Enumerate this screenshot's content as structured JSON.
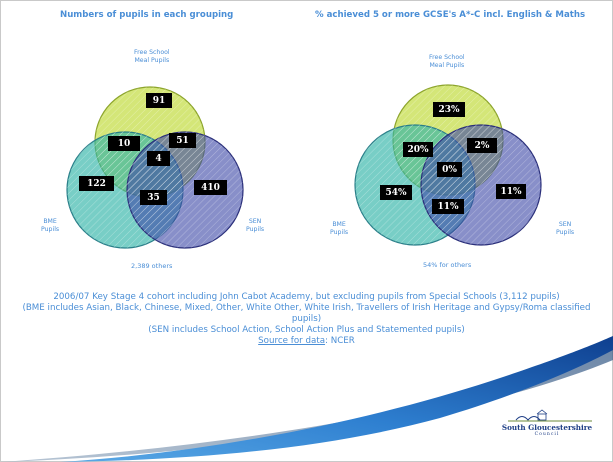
{
  "left_title": "Numbers of pupils in each grouping",
  "right_title": "% achieved 5 or more GCSE's A*-C incl. English & Maths",
  "left_venn": {
    "fsm_label": [
      "Free School",
      "Meal Pupils"
    ],
    "bme_label": [
      "BME",
      "Pupils"
    ],
    "sen_label": [
      "SEN",
      "Pupils"
    ],
    "values": {
      "fsm": "91",
      "fsm_bme": "10",
      "fsm_sen": "51",
      "all": "4",
      "bme": "122",
      "bme_sen": "35",
      "sen": "410"
    },
    "others": "2,389 others"
  },
  "right_venn": {
    "fsm_label": [
      "Free School",
      "Meal Pupils"
    ],
    "bme_label": [
      "BME",
      "Pupils"
    ],
    "sen_label": [
      "SEN",
      "Pupils"
    ],
    "values": {
      "fsm": "23%",
      "fsm_bme": "20%",
      "fsm_sen": "2%",
      "all": "0%",
      "bme": "54%",
      "bme_sen": "11%",
      "sen": "11%"
    },
    "others": "54% for others"
  },
  "notes": {
    "line1": "2006/07 Key Stage 4 cohort including John Cabot Academy, but excluding pupils from Special Schools (3,112 pupils)",
    "line2": "(BME includes Asian, Black, Chinese, Mixed, Other, White Other, White Irish, Travellers of Irish Heritage and Gypsy/Roma classified pupils)",
    "line3": "(SEN includes School Action, School Action Plus and Statemented pupils)",
    "source_label": "Source for data",
    "source_value": ": NCER"
  },
  "logo": {
    "name": "South Gloucestershire",
    "sub": "Council"
  },
  "colors": {
    "text_blue": "#4a8ed6",
    "fsm_circle": "#c8df52",
    "bme_circle": "#2fb3a8",
    "sen_circle": "#3f4aa8",
    "swoosh": "#1d5fb5",
    "logo_blue": "#1f3f86"
  }
}
